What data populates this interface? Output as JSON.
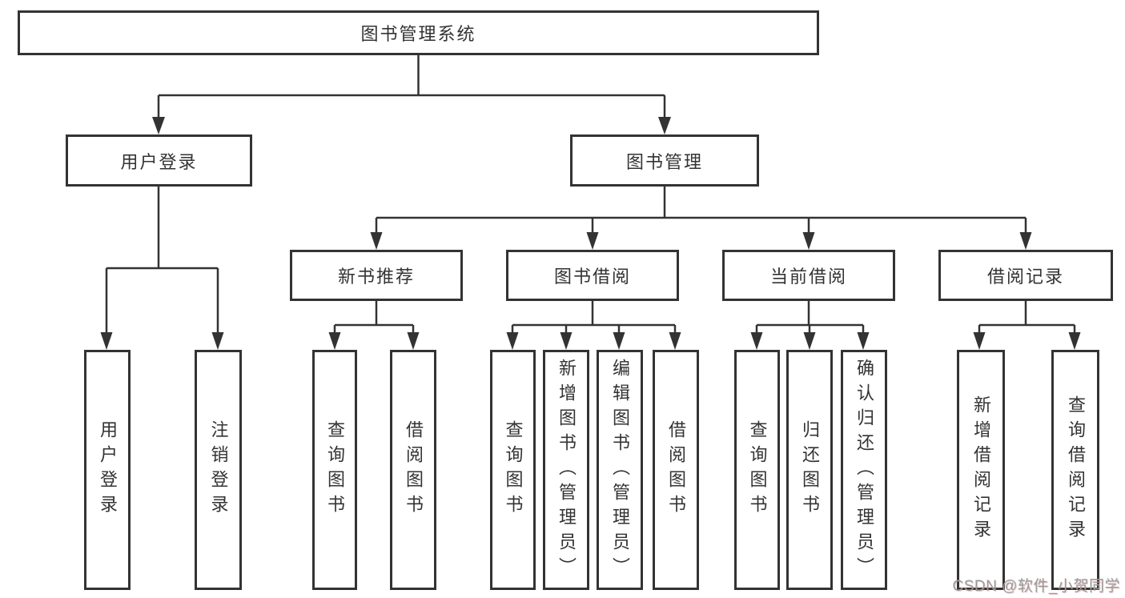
{
  "tree": {
    "root": "图书管理系统",
    "branches": [
      {
        "label": "用户登录",
        "leaves": [
          "用户登录",
          "注销登录"
        ]
      },
      {
        "label": "图书管理",
        "groups": [
          {
            "label": "新书推荐",
            "leaves": [
              "查询图书",
              "借阅图书"
            ]
          },
          {
            "label": "图书借阅",
            "leaves": [
              "查询图书",
              "新增图书（管理员）",
              "编辑图书（管理员）",
              "借阅图书"
            ]
          },
          {
            "label": "当前借阅",
            "leaves": [
              "查询图书",
              "归还图书",
              "确认归还（管理员）"
            ]
          },
          {
            "label": "借阅记录",
            "leaves": [
              "新增借阅记录",
              "查询借阅记录"
            ]
          }
        ]
      }
    ]
  },
  "watermark": {
    "text": "CSDN @软件_小贺同学"
  },
  "colors": {
    "line": "#333333",
    "border": "#333333",
    "text": "#333333",
    "watermark_gray": "#9b9b9b",
    "background": "#ffffff"
  }
}
